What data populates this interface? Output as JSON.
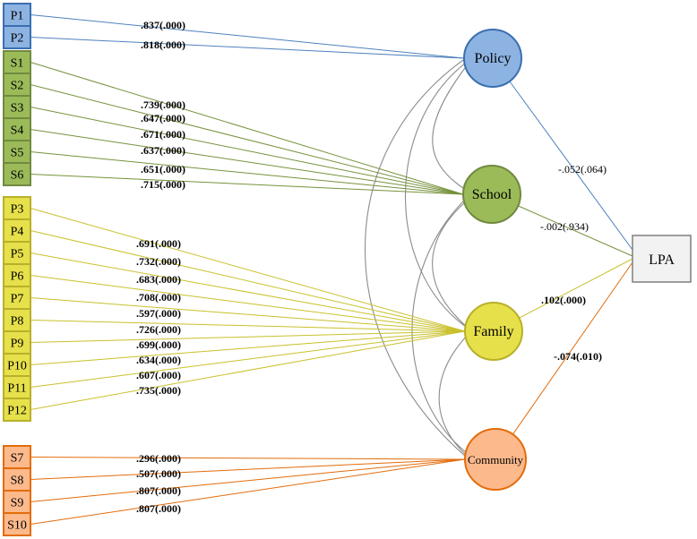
{
  "indicators": {
    "policy": [
      {
        "label": "P1",
        "coef": ".837(.000)"
      },
      {
        "label": "P2",
        "coef": ".818(.000)"
      }
    ],
    "school": [
      {
        "label": "S1",
        "coef": ".739(.000)"
      },
      {
        "label": "S2",
        "coef": ".647(.000)"
      },
      {
        "label": "S3",
        "coef": ".671(.000)"
      },
      {
        "label": "S4",
        "coef": ".637(.000)"
      },
      {
        "label": "S5",
        "coef": ".651(.000)"
      },
      {
        "label": "S6",
        "coef": ".715(.000)"
      }
    ],
    "family": [
      {
        "label": "P3",
        "coef": ".691(.000)"
      },
      {
        "label": "P4",
        "coef": ".732(.000)"
      },
      {
        "label": "P5",
        "coef": ".683(.000)"
      },
      {
        "label": "P6",
        "coef": ".708(.000)"
      },
      {
        "label": "P7",
        "coef": ".597(.000)"
      },
      {
        "label": "P8",
        "coef": ".726(.000)"
      },
      {
        "label": "P9",
        "coef": ".699(.000)"
      },
      {
        "label": "P10",
        "coef": ".634(.000)"
      },
      {
        "label": "P11",
        "coef": ".607(.000)"
      },
      {
        "label": "P12",
        "coef": ".735(.000)"
      }
    ],
    "community": [
      {
        "label": "S7",
        "coef": ".296(.000)"
      },
      {
        "label": "S8",
        "coef": ".507(.000)"
      },
      {
        "label": "S9",
        "coef": ".807(.000)"
      },
      {
        "label": "S10",
        "coef": ".807(.000)"
      }
    ]
  },
  "latents": {
    "policy": "Policy",
    "school": "School",
    "family": "Family",
    "community": "Community"
  },
  "outcome": "LPA",
  "paths": {
    "policy": "-.052(.064)",
    "school": "-.002(.934)",
    "family": ".102(.000)",
    "community": "-.074(.010)"
  },
  "colors": {
    "policy": {
      "fill": "#8db3e2",
      "stroke": "#3a6fb0",
      "line": "#4f81bd"
    },
    "school": {
      "fill": "#9bbb59",
      "stroke": "#71893f",
      "line": "#76923c"
    },
    "family": {
      "fill": "#e6e04a",
      "stroke": "#b8b02a",
      "line": "#c9c12b"
    },
    "community": {
      "fill": "#fbb98c",
      "stroke": "#e36c0a",
      "line": "#e36c0a"
    },
    "outcome": {
      "fill": "#f2f2f2",
      "stroke": "#7f7f7f"
    },
    "covariance": "#8c8c8c"
  }
}
